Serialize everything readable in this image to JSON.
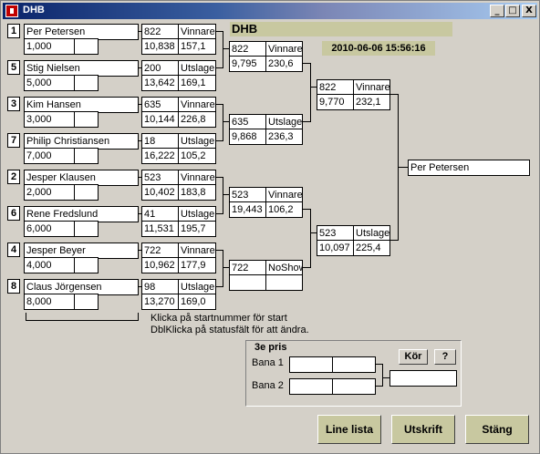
{
  "window": {
    "title": "DHB",
    "minimize": "_",
    "maximize": "□",
    "close": "X"
  },
  "header": {
    "title": "DHB",
    "datetime": "2010-06-06 15:56:16"
  },
  "round1": [
    {
      "seed": "1",
      "name": "Per Petersen",
      "start": "1,000",
      "num": "822",
      "status": "Vinnare",
      "time1": "10,838",
      "time2": "157,1"
    },
    {
      "seed": "5",
      "name": "Stig Nielsen",
      "start": "5,000",
      "num": "200",
      "status": "Utslagen",
      "time1": "13,642",
      "time2": "169,1"
    },
    {
      "seed": "3",
      "name": "Kim Hansen",
      "start": "3,000",
      "num": "635",
      "status": "Vinnare",
      "time1": "10,144",
      "time2": "226,8"
    },
    {
      "seed": "7",
      "name": "Philip Christiansen",
      "start": "7,000",
      "num": "18",
      "status": "Utslagen",
      "time1": "16,222",
      "time2": "105,2"
    },
    {
      "seed": "2",
      "name": "Jesper Klausen",
      "start": "2,000",
      "num": "523",
      "status": "Vinnare",
      "time1": "10,402",
      "time2": "183,8"
    },
    {
      "seed": "6",
      "name": "Rene Fredslund",
      "start": "6,000",
      "num": "41",
      "status": "Utslagen",
      "time1": "11,531",
      "time2": "195,7"
    },
    {
      "seed": "4",
      "name": "Jesper Beyer",
      "start": "4,000",
      "num": "722",
      "status": "Vinnare",
      "time1": "10,962",
      "time2": "177,9"
    },
    {
      "seed": "8",
      "name": "Claus Jörgensen",
      "start": "8,000",
      "num": "98",
      "status": "Utslagen",
      "time1": "13,270",
      "time2": "169,0"
    }
  ],
  "round2": [
    {
      "num": "822",
      "status": "Vinnare",
      "time1": "9,795",
      "time2": "230,6"
    },
    {
      "num": "635",
      "status": "Utslagen",
      "time1": "9,868",
      "time2": "236,3"
    },
    {
      "num": "523",
      "status": "Vinnare",
      "time1": "19,443",
      "time2": "106,2"
    },
    {
      "num": "722",
      "status": "NoShow",
      "time1": "",
      "time2": ""
    }
  ],
  "round3": [
    {
      "num": "822",
      "status": "Vinnare",
      "time1": "9,770",
      "time2": "232,1"
    },
    {
      "num": "523",
      "status": "Utslagen",
      "time1": "10,097",
      "time2": "225,4"
    }
  ],
  "winner": "Per Petersen",
  "hint": {
    "line1": "Klicka på startnummer för start",
    "line2": "DblKlicka på statusfält för att ändra."
  },
  "third": {
    "legend": "3e pris",
    "bana1": "Bana 1",
    "bana2": "Bana 2",
    "run": "Kör",
    "help": "?"
  },
  "buttons": {
    "list": "Line lista",
    "print": "Utskrift",
    "close": "Stäng"
  }
}
